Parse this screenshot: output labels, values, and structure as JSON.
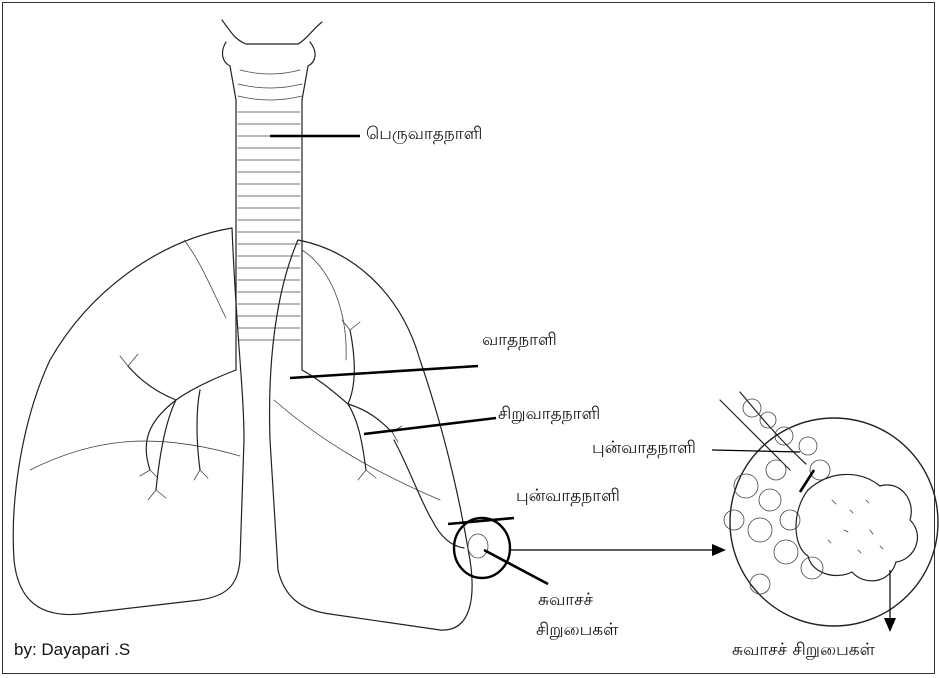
{
  "labels": {
    "trachea": "பெருவாதநாளி",
    "bronchus": "வாதநாளி",
    "secondary_bronchus": "சிறுவாதநாளி",
    "bronchiole": "புன்வாதநாளி",
    "bronchiole_inset": "புன்வாதநாளி",
    "alveoli_line1": "சுவாசச்",
    "alveoli_line2": "சிறுபைகள்",
    "alveoli_inset": "சுவாசச்  சிறுபைகள்"
  },
  "credit": "by: Dayapari .S"
}
